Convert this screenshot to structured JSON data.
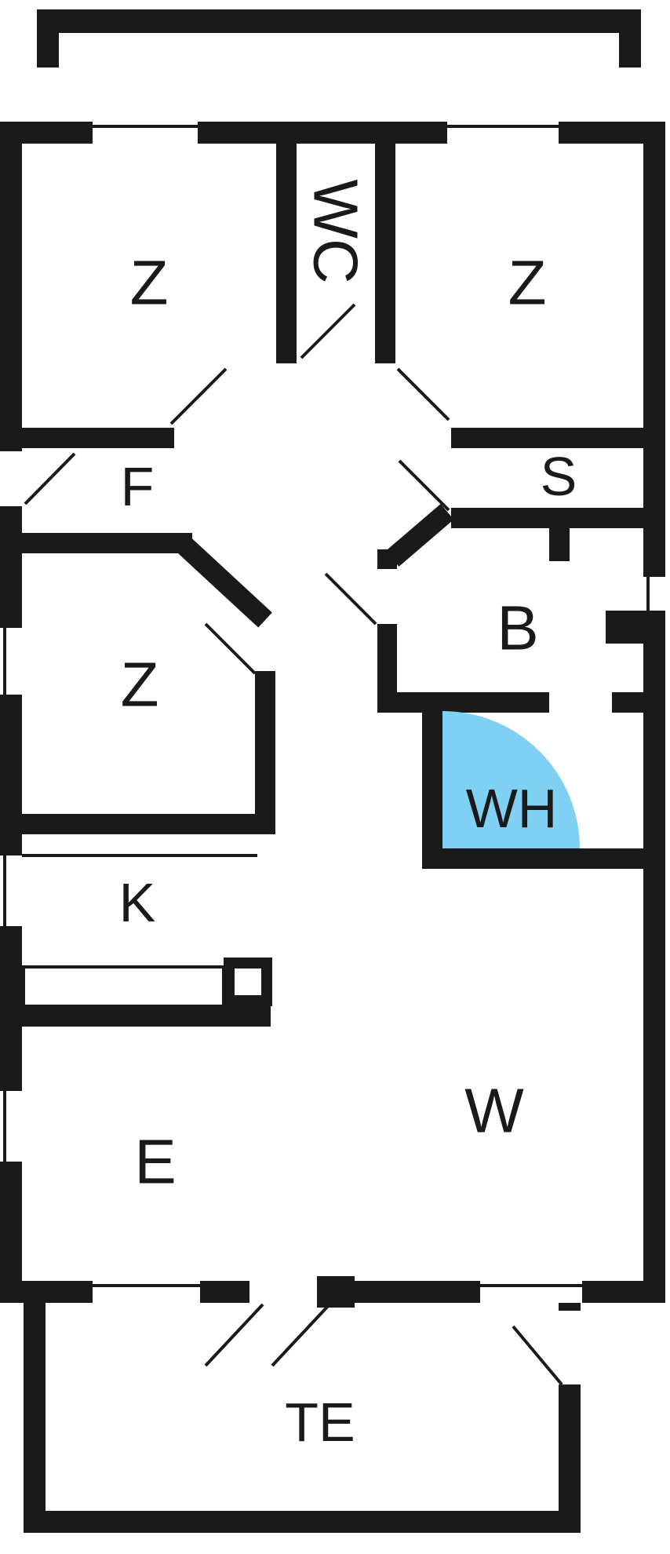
{
  "plan": {
    "rooms": [
      {
        "id": "room-z-top-left",
        "label": "Z"
      },
      {
        "id": "room-wc",
        "label": "WC"
      },
      {
        "id": "room-z-top-right",
        "label": "Z"
      },
      {
        "id": "room-f",
        "label": "F"
      },
      {
        "id": "room-s",
        "label": "S"
      },
      {
        "id": "room-z-middle-left",
        "label": "Z"
      },
      {
        "id": "room-b",
        "label": "B"
      },
      {
        "id": "room-wh",
        "label": "WH"
      },
      {
        "id": "room-k",
        "label": "K"
      },
      {
        "id": "room-e",
        "label": "E"
      },
      {
        "id": "room-w",
        "label": "W"
      },
      {
        "id": "room-te",
        "label": "TE"
      }
    ],
    "colors": {
      "wall": "#1a1a1a",
      "background": "#ffffff",
      "whirlpool_fill": "#7fd0f2"
    }
  }
}
